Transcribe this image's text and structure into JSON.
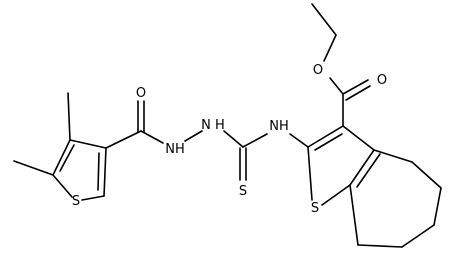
{
  "molecule": {
    "atom_labels": {
      "o_ether": "O",
      "o_carbonyl_ester": "O",
      "o_carbonyl_amide": "O",
      "nh_hydrazide": "NH",
      "hn_hydrazide": "N H",
      "nh_thiourea": "NH",
      "s_thione": "S",
      "s_left_ring": "S",
      "s_right_ring": "S"
    },
    "colors": {
      "bond": "#000000",
      "text": "#000000",
      "background": "#ffffff"
    }
  }
}
